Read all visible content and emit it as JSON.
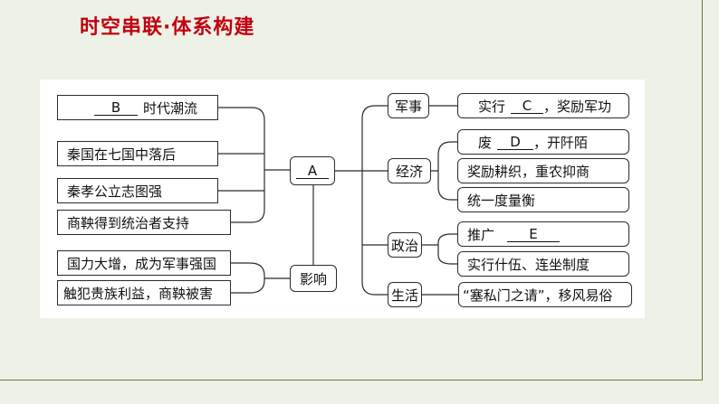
{
  "title": "时空串联·体系构建",
  "center": {
    "blank": "A"
  },
  "effect": {
    "label": "影响"
  },
  "causes": [
    {
      "blank": "B",
      "suffix": "时代潮流"
    },
    {
      "text": "秦国在七国中落后"
    },
    {
      "text": "秦孝公立志图强"
    },
    {
      "text": "商鞅得到统治者支持"
    }
  ],
  "effects": [
    {
      "text": "国力大增，成为军事强国"
    },
    {
      "text": "触犯贵族利益，商鞅被害"
    }
  ],
  "categories": [
    {
      "label": "军事"
    },
    {
      "label": "经济"
    },
    {
      "label": "政治"
    },
    {
      "label": "生活"
    }
  ],
  "military": {
    "prefix": "实行",
    "blank": "C",
    "suffix": "，奖励军功"
  },
  "economy": [
    {
      "prefix": "废",
      "blank": "D",
      "suffix": "，开阡陌"
    },
    {
      "text": "奖励耕织，重农抑商"
    },
    {
      "text": "统一度量衡"
    }
  ],
  "politics": [
    {
      "prefix": "推广",
      "blank": "E"
    },
    {
      "text": "实行什伍、连坐制度"
    }
  ],
  "life": {
    "text": "“塞私门之请”，移风易俗"
  }
}
